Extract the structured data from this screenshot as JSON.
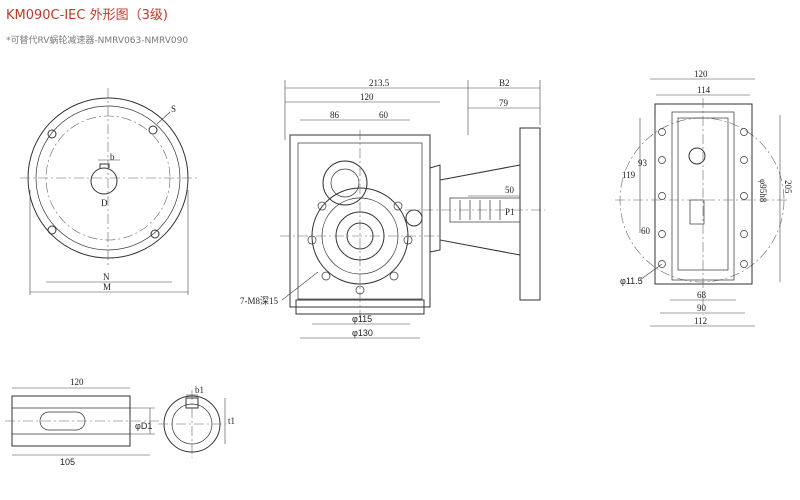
{
  "header": {
    "title": "KM090C-IEC 外形图（3级)",
    "subtitle": "*可替代RV蜗轮减速器-NMRV063-NMRV090"
  },
  "front_view": {
    "label_s": "S",
    "label_b": "b",
    "label_d": "D",
    "label_n": "N",
    "label_m": "M"
  },
  "side_view": {
    "dim_total": "213.5",
    "dim_b2": "B2",
    "dim_120": "120",
    "dim_79": "79",
    "dim_86": "86",
    "dim_60": "60",
    "dim_50": "50",
    "dim_p1": "P1",
    "dim_holes": "7-M8深15",
    "dim_phi115": "φ115",
    "dim_phi130": "φ130"
  },
  "right_view": {
    "dim_120": "120",
    "dim_114": "114",
    "dim_119": "119",
    "dim_93": "93",
    "dim_60": "60",
    "dim_205": "205",
    "dim_phi95": "φ95h8",
    "dim_phi11": "φ11.5",
    "dim_68": "68",
    "dim_90": "90",
    "dim_112": "112"
  },
  "shaft_view": {
    "dim_120": "120",
    "dim_105": "105",
    "dim_phid1": "φD1"
  },
  "section_view": {
    "dim_b1": "b1",
    "dim_t1": "t1"
  }
}
